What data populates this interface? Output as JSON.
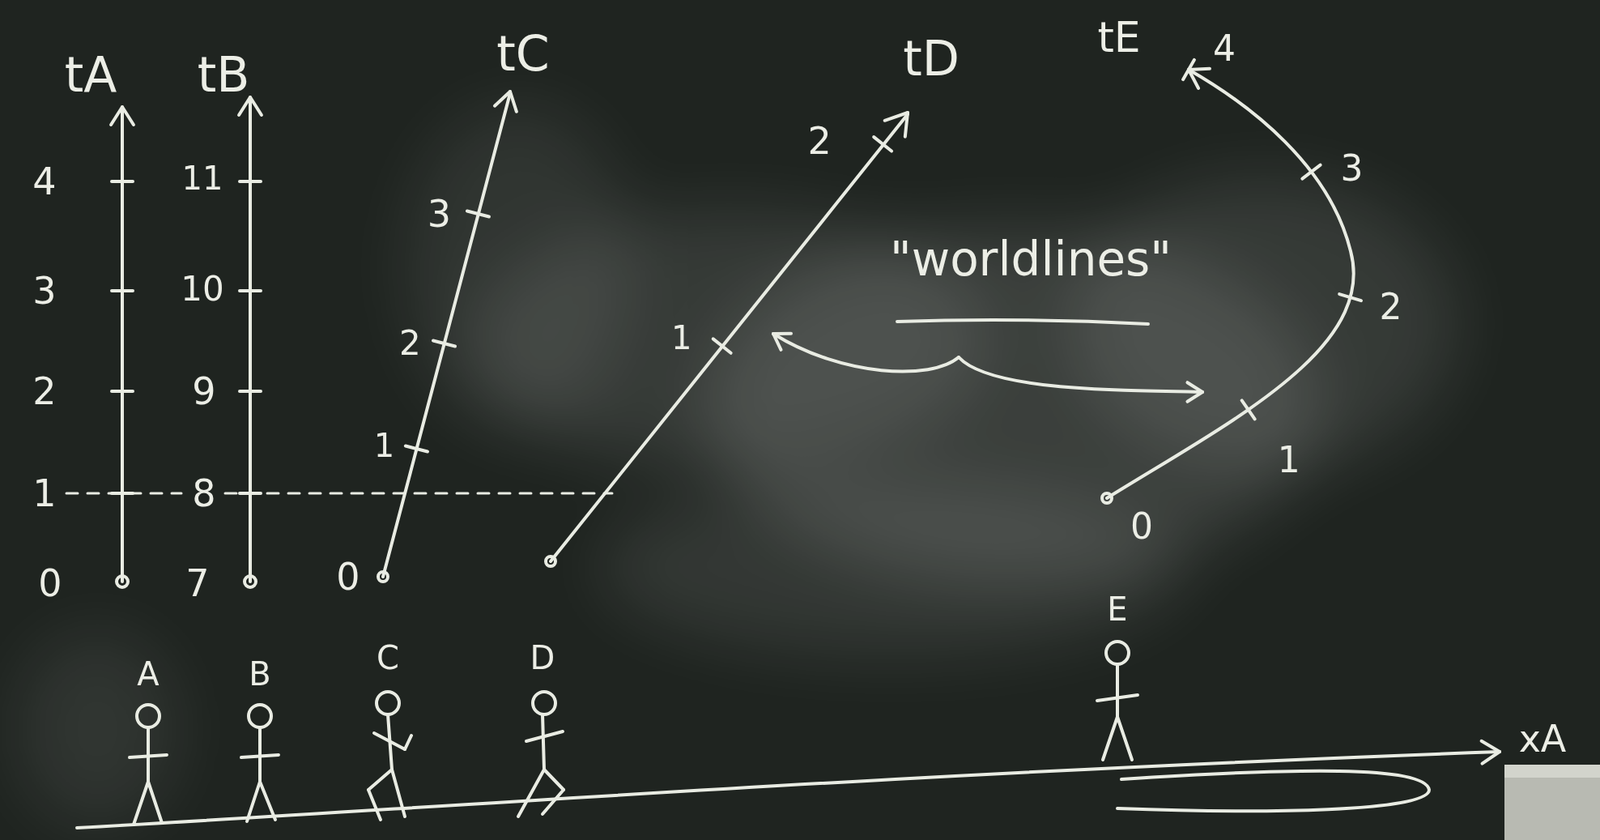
{
  "diagram": {
    "labels": [
      "tA",
      "tB",
      "tC",
      "tD",
      "tE",
      "4",
      "3",
      "2",
      "1",
      "0",
      "11",
      "10",
      "9",
      "8",
      "7",
      "3",
      "2",
      "1",
      "0",
      "2",
      "1",
      "4",
      "3",
      "2",
      "1",
      "0",
      "\"worldlines\"",
      "A",
      "B",
      "C",
      "D",
      "E",
      "xA"
    ]
  }
}
